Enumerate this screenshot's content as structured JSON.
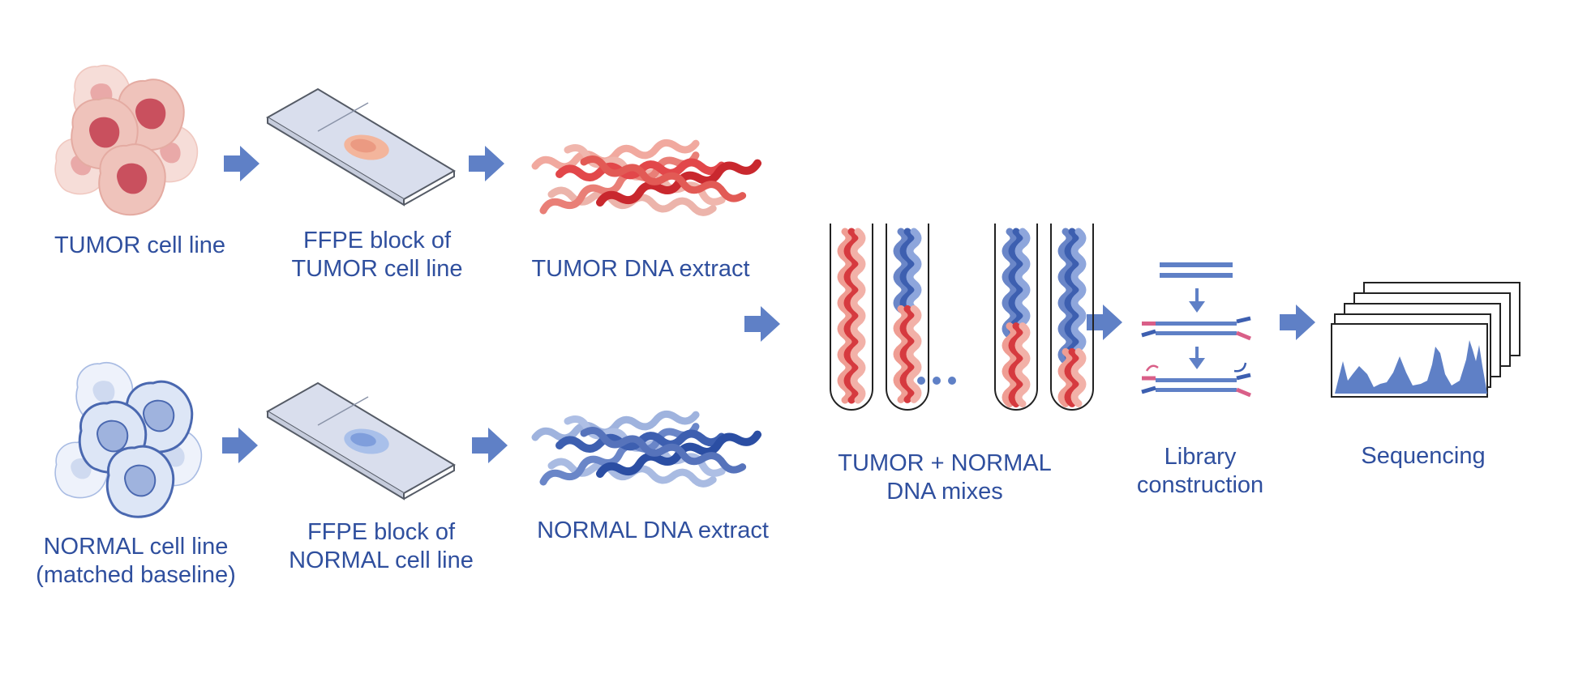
{
  "colors": {
    "label": "#2f4f9e",
    "arrow": "#5f80c6",
    "tumor_cell": "#efc3bb",
    "tumor_nucleus": "#c9505e",
    "normal_cell": "#dde6f6",
    "normal_outline": "#4a68b0",
    "tumor_dna": "#e2474a",
    "normal_dna": "#3d5fb0",
    "adapter_pink": "#d95f88",
    "peak_fill": "#5f80c6"
  },
  "icons": {
    "arrow": "right-arrow-icon",
    "tumor_cells": "tumor-cell-cluster-icon",
    "normal_cells": "normal-cell-cluster-icon",
    "slide": "microscope-slide-icon",
    "dna": "dna-strands-icon",
    "tube": "test-tube-icon",
    "library": "library-fragments-icon",
    "sequencing": "chromatogram-stack-icon"
  },
  "labels": {
    "tumor_cell_line": "TUMOR cell line",
    "ffpe_tumor_l1": "FFPE block of",
    "ffpe_tumor_l2": "TUMOR cell line",
    "tumor_dna": "TUMOR DNA extract",
    "normal_cell_line_l1": "NORMAL cell line",
    "normal_cell_line_l2": "(matched baseline)",
    "ffpe_normal_l1": "FFPE block of",
    "ffpe_normal_l2": "NORMAL cell line",
    "normal_dna": "NORMAL DNA extract",
    "mixes_l1": "TUMOR + NORMAL",
    "mixes_l2": "DNA mixes",
    "library_l1": "Library",
    "library_l2": "construction",
    "sequencing": "Sequencing",
    "ellipsis": "..."
  },
  "mix_tubes": [
    {
      "tumor_fraction": 1.0
    },
    {
      "tumor_fraction": 0.55
    },
    {
      "tumor_fraction": 0.45
    },
    {
      "tumor_fraction": 0.3
    }
  ]
}
